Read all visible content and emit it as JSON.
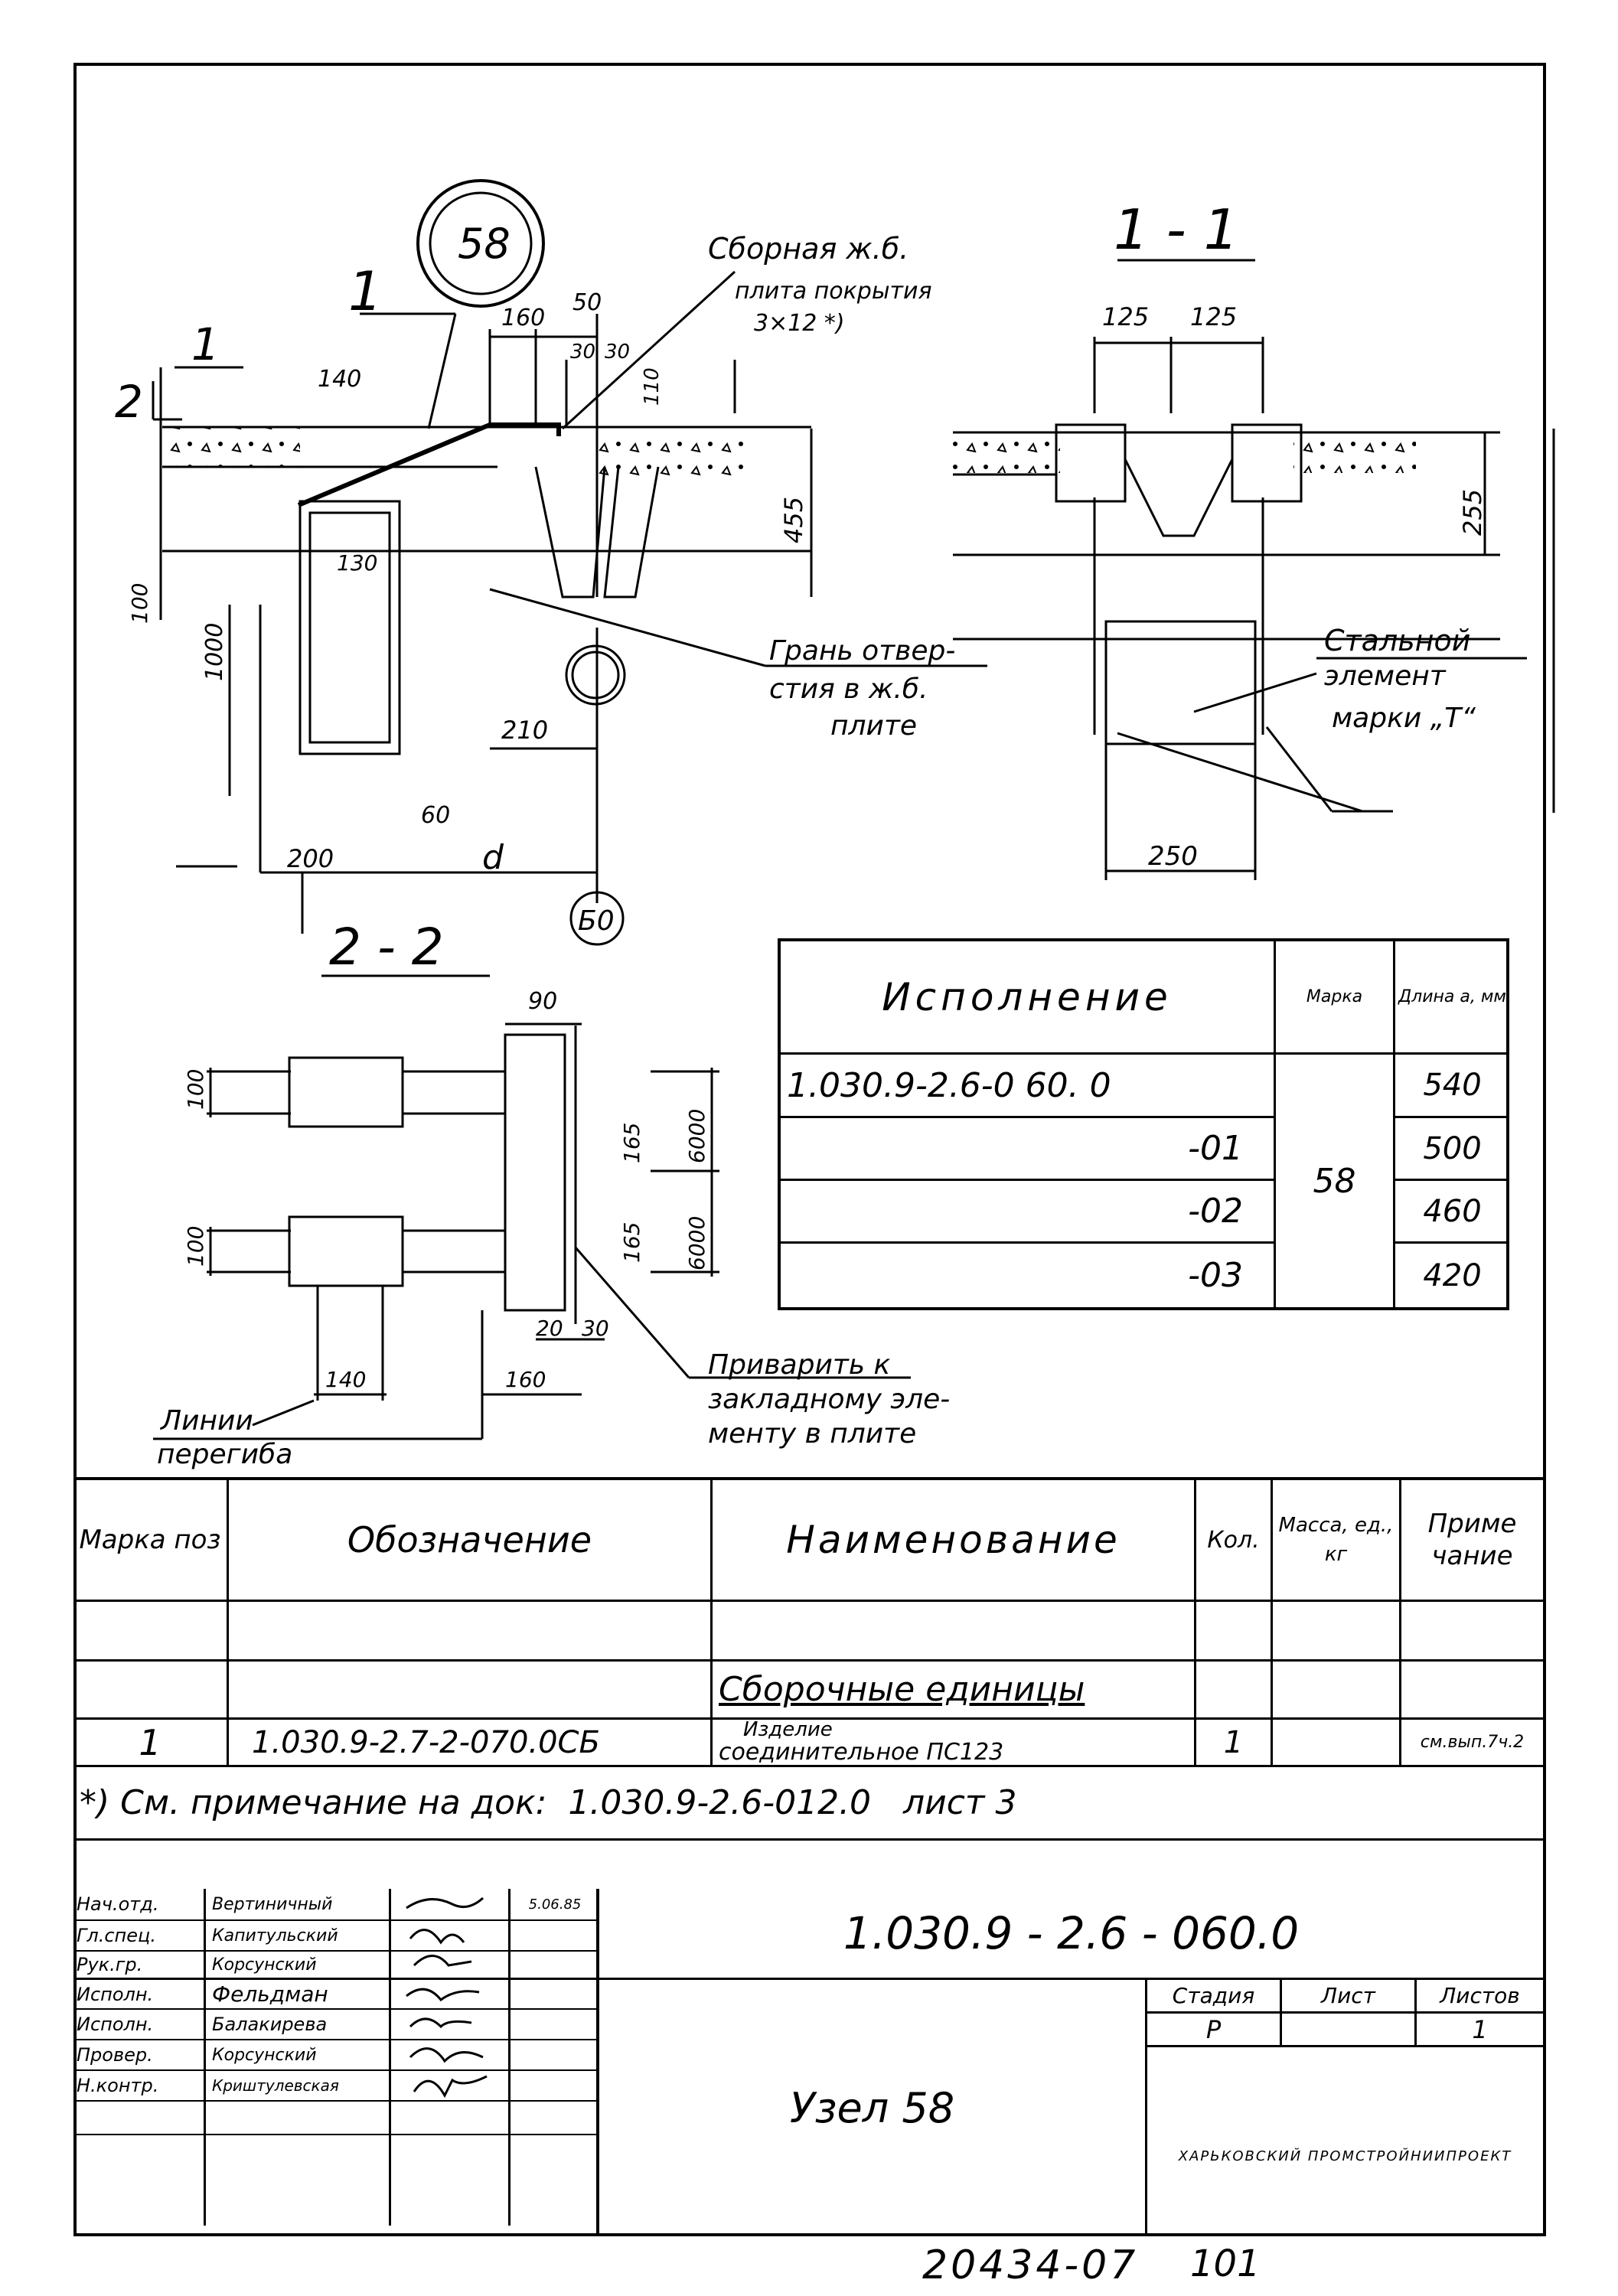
{
  "drawing": {
    "node_callout": "58",
    "axis_callout": "Б0",
    "section_1_title": "1 - 1",
    "section_2_title": "2 - 2",
    "section_mark_1": "1",
    "section_mark_2": "2",
    "position_mark": "1",
    "dim_d": "d",
    "note_slab": [
      "Сборная ж.б.",
      "плита покрытия",
      "3×12 *)"
    ],
    "note_hole": [
      "Грань отвер-",
      "стия в ж.б.",
      "плите"
    ],
    "note_steel": [
      "Стальной",
      "элемент",
      "марки „Т“"
    ],
    "note_weld": [
      "Приварить к",
      "закладному эле-",
      "менту в плите"
    ],
    "note_bend": [
      "Линии",
      "перегиба"
    ],
    "dims_main": [
      "160",
      "50",
      "30",
      "30",
      "110",
      "140",
      "455",
      "130",
      "100",
      "1000",
      "210",
      "60",
      "200"
    ],
    "dims_1_1": [
      "125",
      "125",
      "255",
      "250"
    ],
    "dims_2_2": [
      "90",
      "100",
      "165",
      "6000",
      "100",
      "165",
      "6000",
      "20",
      "30",
      "140",
      "160"
    ]
  },
  "variants_table": {
    "headers": {
      "execution": "Исполнение",
      "mark": "Марка",
      "length": "Длина а, мм"
    },
    "mark_value": "58",
    "rows": [
      {
        "execution": "1.030.9-2.6-0 60. 0",
        "length": "540"
      },
      {
        "execution": "-01",
        "length": "500"
      },
      {
        "execution": "-02",
        "length": "460"
      },
      {
        "execution": "-03",
        "length": "420"
      }
    ]
  },
  "spec_table": {
    "headers": {
      "pos": "Марка поз",
      "designation": "Обозначение",
      "name": "Наименование",
      "qty": "Кол.",
      "mass": "Масса, ед., кг",
      "note": "Приме чание"
    },
    "section_header": "Сборочные единицы",
    "row": {
      "pos": "1",
      "designation": "1.030.9-2.7-2-070.0СБ",
      "name_1": "Изделие",
      "name_2": "соединительное ПС123",
      "qty": "1",
      "mass": "",
      "note": "см.вып.7ч.2"
    },
    "footnote": "*) См. примечание на док:  1.030.9-2.6-012.0   лист 3"
  },
  "title_block": {
    "code": "1.030.9 - 2.6 - 060.0",
    "title": "Узел 58",
    "stage_label": "Стадия",
    "sheet_label": "Лист",
    "sheets_label": "Листов",
    "stage_value": "Р",
    "sheets_value": "1",
    "date": "5.06.85",
    "org": "ХАРЬКОВСКИЙ ПРОМСТРОЙНИИПРОЕКТ",
    "staff": [
      {
        "role": "Нач.отд.",
        "name": "Вертиничный"
      },
      {
        "role": "Гл.спец.",
        "name": "Капитульский"
      },
      {
        "role": "Рук.гр.",
        "name": "Корсунский"
      },
      {
        "role": "Исполн.",
        "name": "Фельдман"
      },
      {
        "role": "Исполн.",
        "name": "Балакирева"
      },
      {
        "role": "Провер.",
        "name": "Корсунский"
      },
      {
        "role": "Н.контр.",
        "name": "Криштулевская"
      }
    ]
  },
  "footer": {
    "inventory": "20434-07",
    "page": "101"
  }
}
